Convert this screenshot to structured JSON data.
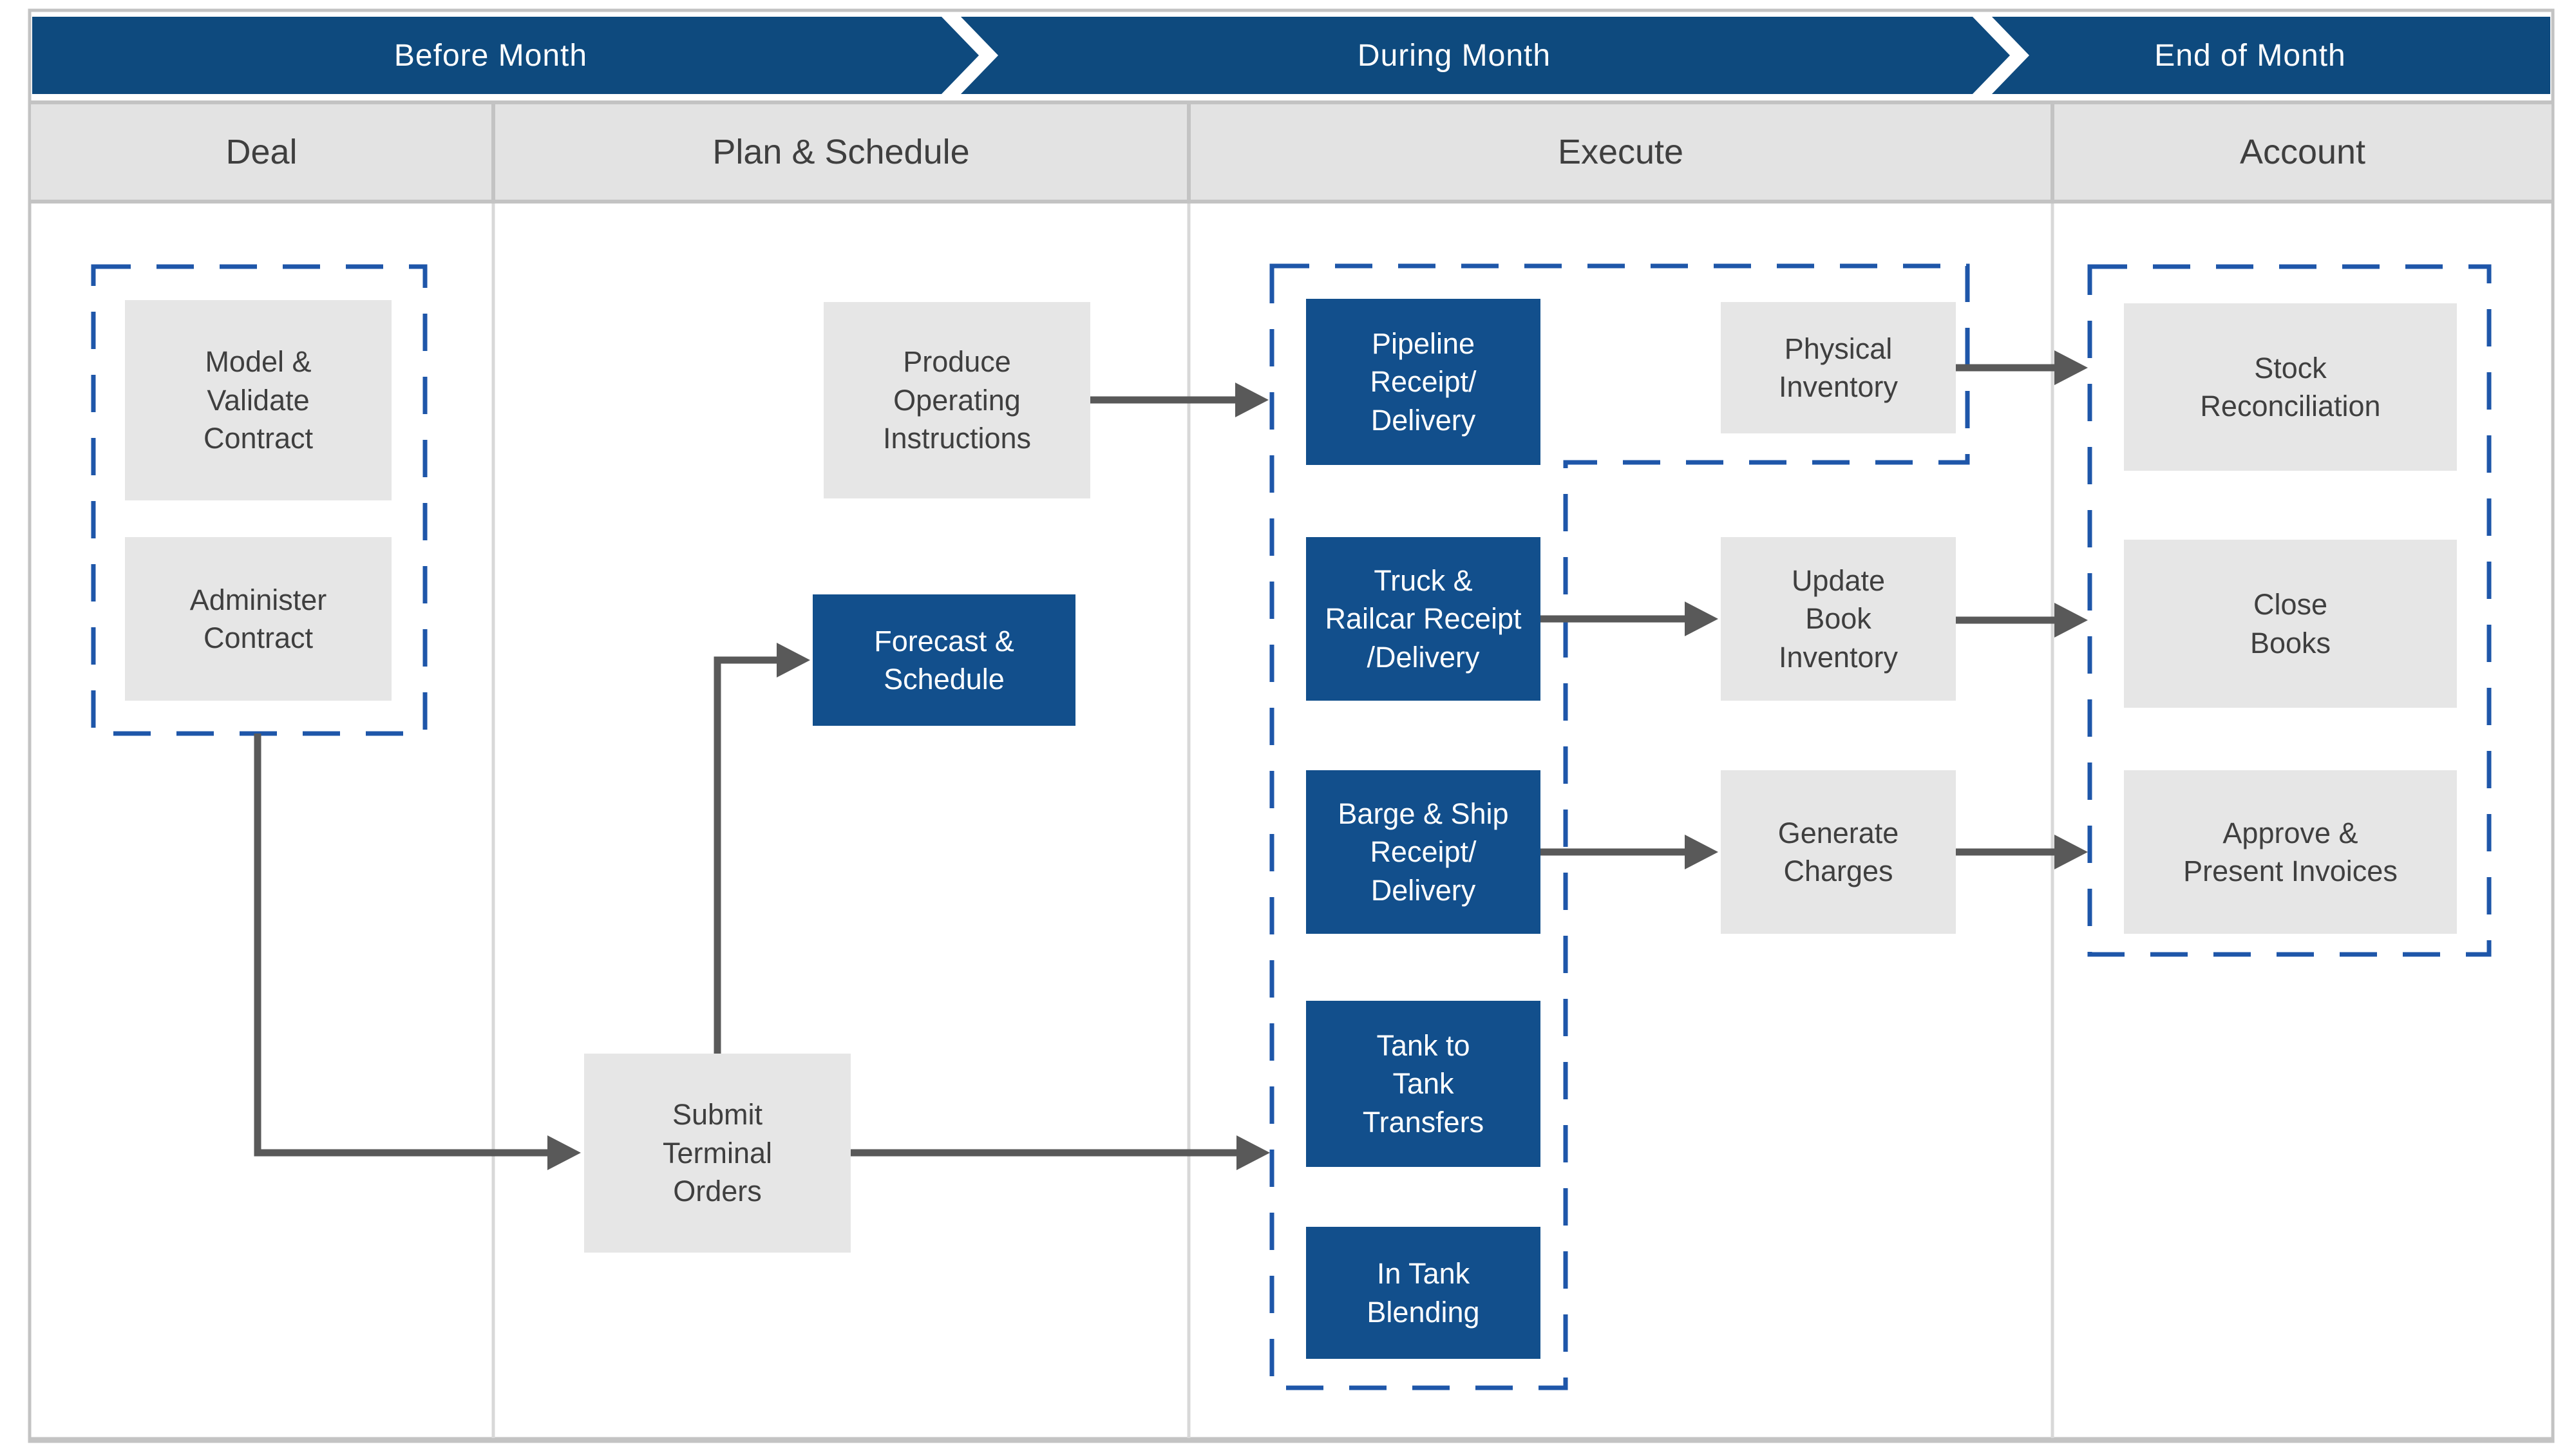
{
  "banner": {
    "phases": [
      {
        "id": "before-month",
        "label": "Before Month"
      },
      {
        "id": "during-month",
        "label": "During Month"
      },
      {
        "id": "end-of-month",
        "label": "End of Month"
      }
    ]
  },
  "columns": [
    {
      "id": "deal",
      "label": "Deal"
    },
    {
      "id": "plan-schedule",
      "label": "Plan & Schedule"
    },
    {
      "id": "execute",
      "label": "Execute"
    },
    {
      "id": "account",
      "label": "Account"
    }
  ],
  "boxes": {
    "model_validate": {
      "label": "Model &\nValidate\nContract"
    },
    "administer": {
      "label": "Administer\nContract"
    },
    "produce": {
      "label": "Produce\nOperating\nInstructions"
    },
    "forecast": {
      "label": "Forecast &\nSchedule"
    },
    "submit": {
      "label": "Submit\nTerminal\nOrders"
    },
    "pipeline": {
      "label": "Pipeline\nReceipt/\nDelivery"
    },
    "truck": {
      "label": "Truck &\nRailcar Receipt\n/Delivery"
    },
    "barge": {
      "label": "Barge & Ship\nReceipt/\nDelivery"
    },
    "tank_transfers": {
      "label": "Tank to\nTank\nTransfers"
    },
    "in_tank_blending": {
      "label": "In Tank\nBlending"
    },
    "physical_inventory": {
      "label": "Physical\nInventory"
    },
    "update_book": {
      "label": "Update\nBook\nInventory"
    },
    "generate_charges": {
      "label": "Generate\nCharges"
    },
    "stock_reconciliation": {
      "label": "Stock\nReconciliation"
    },
    "close_books": {
      "label": "Close\nBooks"
    },
    "approve_invoices": {
      "label": "Approve &\nPresent Invoices"
    }
  },
  "colors": {
    "banner-blue": "#0e4a7e",
    "box-blue": "#124f8c",
    "dash-blue": "#1e56a9",
    "box-gray": "#e6e6e6",
    "header-gray": "#e3e3e3",
    "arrow-gray": "#595959",
    "text-dark": "#3f3f3f",
    "border-gray": "#c3c3c3",
    "divider-gray": "#d8d8d8"
  }
}
